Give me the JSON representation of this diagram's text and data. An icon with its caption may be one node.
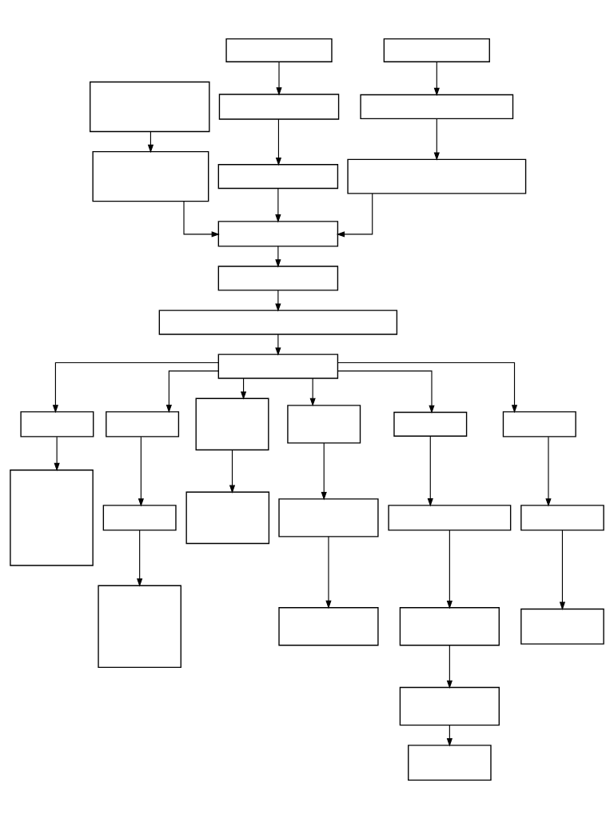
{
  "diagram": {
    "nodes": [
      {
        "text": [],
        "shape": "box"
      },
      {
        "text": [],
        "shape": "box"
      },
      {
        "text": [],
        "shape": "box"
      },
      {
        "text": [],
        "shape": "box"
      },
      {
        "text": [],
        "shape": "box"
      },
      {
        "text": [],
        "shape": "box"
      },
      {
        "text": [],
        "shape": "box"
      },
      {
        "text": [],
        "shape": "box"
      },
      {
        "text": [],
        "shape": "box"
      },
      {
        "text": [],
        "shape": "box"
      },
      {
        "text": [],
        "shape": "box"
      },
      {
        "text": [],
        "shape": "box"
      },
      {
        "text": [],
        "shape": "box"
      },
      {
        "text": [],
        "shape": "box"
      },
      {
        "text": [],
        "shape": "box"
      },
      {
        "text": [],
        "shape": "box"
      },
      {
        "text": [],
        "shape": "box"
      },
      {
        "text": [],
        "shape": "box"
      },
      {
        "text": [],
        "shape": "box"
      },
      {
        "text": [],
        "shape": "box"
      },
      {
        "text": [],
        "shape": "box"
      },
      {
        "text": [],
        "shape": "box"
      },
      {
        "text": [],
        "shape": "box"
      },
      {
        "text": [],
        "shape": "box"
      },
      {
        "text": [],
        "shape": "box"
      },
      {
        "text": [],
        "shape": "box"
      },
      {
        "text": [],
        "shape": "box"
      },
      {
        "text": [],
        "shape": "box"
      },
      {
        "text": [],
        "shape": "box"
      },
      {
        "text": [],
        "shape": "box"
      }
    ],
    "edges": [
      {
        "from": 0,
        "to": 3,
        "arrow": "to"
      },
      {
        "from": 1,
        "to": 4,
        "arrow": "to"
      },
      {
        "from": 4,
        "to": 6,
        "arrow": "to"
      },
      {
        "from": 2,
        "to": 5,
        "arrow": "to"
      },
      {
        "from": 5,
        "to": 7,
        "arrow": "to"
      },
      {
        "from": 3,
        "to": 8,
        "arrow": "to"
      },
      {
        "from": 6,
        "to": 8,
        "arrow": "to"
      },
      {
        "from": 7,
        "to": 8,
        "arrow": "to"
      },
      {
        "from": 8,
        "to": 9,
        "arrow": "to"
      },
      {
        "from": 9,
        "to": 10,
        "arrow": "to"
      },
      {
        "from": 10,
        "to": 11,
        "arrow": "to"
      },
      {
        "from": 11,
        "to": 12,
        "arrow": "to"
      },
      {
        "from": 11,
        "to": 13,
        "arrow": "to"
      },
      {
        "from": 11,
        "to": 14,
        "arrow": "to"
      },
      {
        "from": 11,
        "to": 15,
        "arrow": "to"
      },
      {
        "from": 11,
        "to": 16,
        "arrow": "to"
      },
      {
        "from": 11,
        "to": 17,
        "arrow": "to"
      },
      {
        "from": 12,
        "to": 18,
        "arrow": "to"
      },
      {
        "from": 13,
        "to": 19,
        "arrow": "to"
      },
      {
        "from": 19,
        "to": 24,
        "arrow": "to"
      },
      {
        "from": 14,
        "to": 20,
        "arrow": "to"
      },
      {
        "from": 15,
        "to": 21,
        "arrow": "to"
      },
      {
        "from": 21,
        "to": 25,
        "arrow": "to"
      },
      {
        "from": 16,
        "to": 22,
        "arrow": "to"
      },
      {
        "from": 22,
        "to": 26,
        "arrow": "to"
      },
      {
        "from": 26,
        "to": 28,
        "arrow": "to"
      },
      {
        "from": 28,
        "to": 29,
        "arrow": "to"
      },
      {
        "from": 17,
        "to": 23,
        "arrow": "to"
      },
      {
        "from": 23,
        "to": 27,
        "arrow": "to"
      }
    ]
  }
}
